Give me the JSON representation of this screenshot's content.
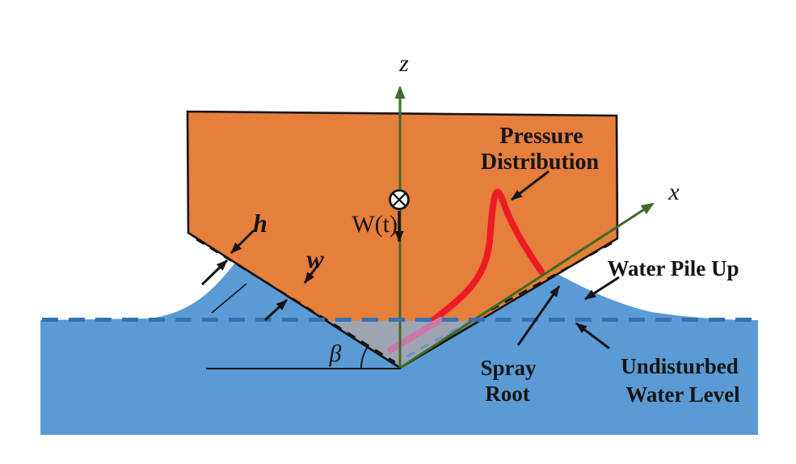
{
  "labels": {
    "z_axis": "z",
    "x_axis": "x",
    "impact_velocity": "W(t)",
    "pressure_line1": "Pressure",
    "pressure_line2": "Distribution",
    "water_pile_up": "Water Pile Up",
    "spray_root_line1": "Spray",
    "spray_root_line2": "Root",
    "undisturbed_line1": "Undisturbed",
    "undisturbed_line2": "Water Level",
    "plate_thickness_h": "h",
    "deflection_w": "w",
    "deadrise_angle": "β"
  },
  "colors": {
    "wedge_fill": "#E67E3C",
    "outline_black": "#151515",
    "water_fill": "#5B9BD5",
    "water_level_dash": "#3572B0",
    "axis_green": "#3E6B27",
    "pressure_red": "#EC1C24",
    "submerged_gray": "#9EA5B1",
    "submerged_pink": "#C779A9",
    "submerged_dash_blue": "#6E93BE"
  }
}
